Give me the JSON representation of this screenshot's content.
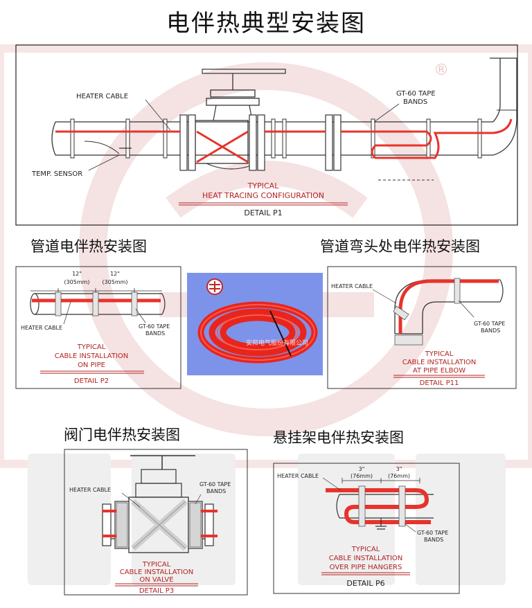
{
  "page_title": "电伴热典型安装图",
  "colors": {
    "cable_red": "#e8332a",
    "caption_red": "#b22222",
    "watermark": "#f3dede",
    "photo_bg": "#7d93ea"
  },
  "detail_p1": {
    "heater_cable": "HEATER CABLE",
    "temp_sensor": "TEMP. SENSOR",
    "tape_line1": "GT-60 TAPE",
    "tape_line2": "BANDS",
    "caption_line1": "TYPICAL",
    "caption_line2": "HEAT TRACING CONFIGURATION",
    "detail": "DETAIL P1"
  },
  "registered_mark": "®",
  "section_pipe": {
    "title": "管道电伴热安装图",
    "dim1": "12\"",
    "dim1_mm": "(305mm)",
    "dim2": "12\"",
    "dim2_mm": "(305mm)",
    "heater_cable": "HEATER CABLE",
    "tape_line1": "GT-60 TAPE",
    "tape_line2": "BANDS",
    "caption_line1": "TYPICAL",
    "caption_line2": "CABLE INSTALLATION",
    "caption_line3": "ON PIPE",
    "detail": "DETAIL P2"
  },
  "photo": {
    "caption": "安邦电气股份有限公司",
    "logo_icon": "anbang-logo-icon"
  },
  "section_elbow": {
    "title": "管道弯头处电伴热安装图",
    "heater_cable": "HEATER CABLE",
    "tape_line1": "GT-60 TAPE",
    "tape_line2": "BANDS",
    "caption_line1": "TYPICAL",
    "caption_line2": "CABLE INSTALLATION",
    "caption_line3": "AT PIPE ELBOW",
    "detail": "DETAIL P11"
  },
  "section_valve": {
    "title": "阀门电伴热安装图",
    "heater_cable": "HEATER CABLE",
    "tape_line1": "GT-60 TAPE",
    "tape_line2": "BANDS",
    "caption_line1": "TYPICAL",
    "caption_line2": "CABLE INSTALLATION",
    "caption_line3": "ON VALVE",
    "detail": "DETAIL P3"
  },
  "section_hanger": {
    "title": "悬挂架电伴热安装图",
    "heater_cable": "HEATER CABLE",
    "dim1": "3\"",
    "dim1_mm": "(76mm)",
    "dim2": "3\"",
    "dim2_mm": "(76mm)",
    "tape_line1": "GT-60 TAPE",
    "tape_line2": "BANDS",
    "caption_line1": "TYPICAL",
    "caption_line2": "CABLE INSTALLATION",
    "caption_line3": "OVER PIPE HANGERS",
    "detail": "DETAIL P6"
  }
}
